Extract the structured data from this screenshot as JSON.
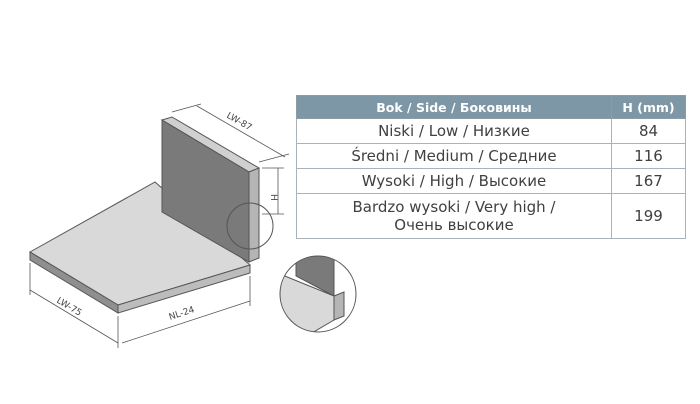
{
  "drawing": {
    "labels": {
      "back_depth": "LW-87",
      "height": "H",
      "bottom_width": "LW-75",
      "length": "NL-24"
    }
  },
  "table": {
    "headers": [
      "Bok / Side / Боковины",
      "H (mm)"
    ],
    "rows": [
      {
        "name": "Niski / Low / Низкие",
        "value": "84"
      },
      {
        "name": "Średni / Medium / Средние",
        "value": "116"
      },
      {
        "name": "Wysoki / High / Высокие",
        "value": "167"
      },
      {
        "name_line1": "Bardzo wysoki / Very high /",
        "name_line2": "Очень высокие",
        "value": "199"
      }
    ]
  },
  "colors": {
    "header_bg": "#7d97a6",
    "panel_side": "#7a7a7a",
    "panel_top": "#d9d9d9",
    "panel_edge": "#555555"
  }
}
